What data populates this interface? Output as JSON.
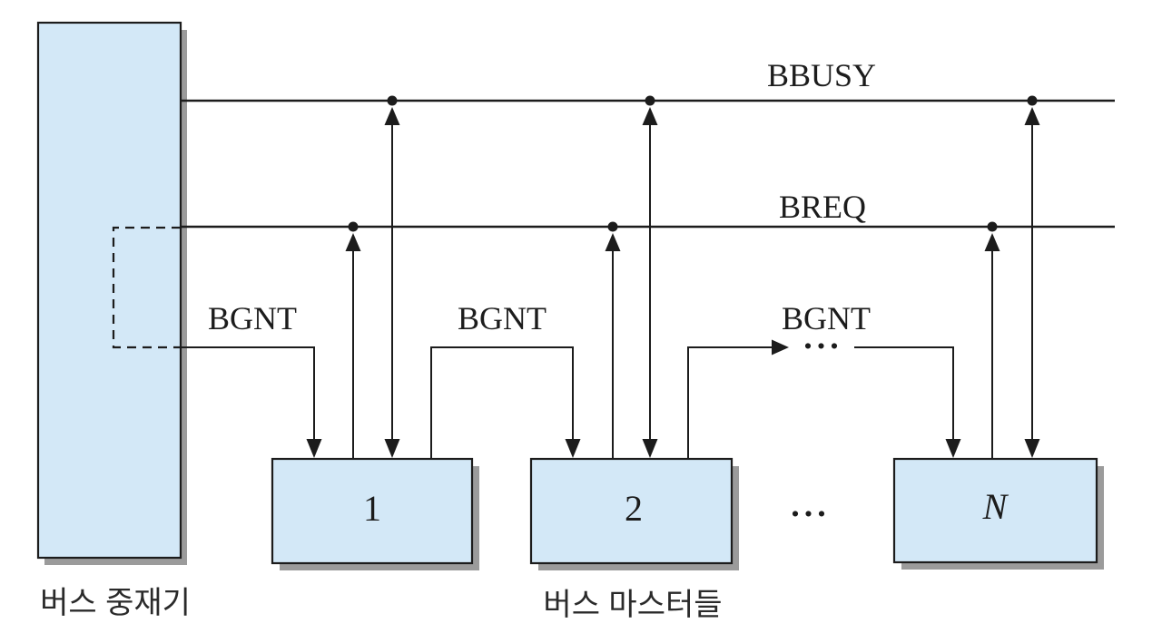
{
  "colors": {
    "box_fill": "#d3e8f7",
    "line": "#1c1c1c",
    "shadow": "#9b9b9b",
    "background": "#ffffff"
  },
  "bus_lines": {
    "bbusy_label": "BBUSY",
    "breq_label": "BREQ"
  },
  "grant_signals": {
    "bgnt_label_1": "BGNT",
    "bgnt_label_2": "BGNT",
    "bgnt_label_3": "BGNT",
    "chain_ellipsis": "..."
  },
  "arbiter": {
    "caption": "버스 중재기"
  },
  "masters": {
    "caption": "버스 마스터들",
    "box_1_label": "1",
    "box_2_label": "2",
    "box_n_label": "N",
    "row_ellipsis": "..."
  }
}
